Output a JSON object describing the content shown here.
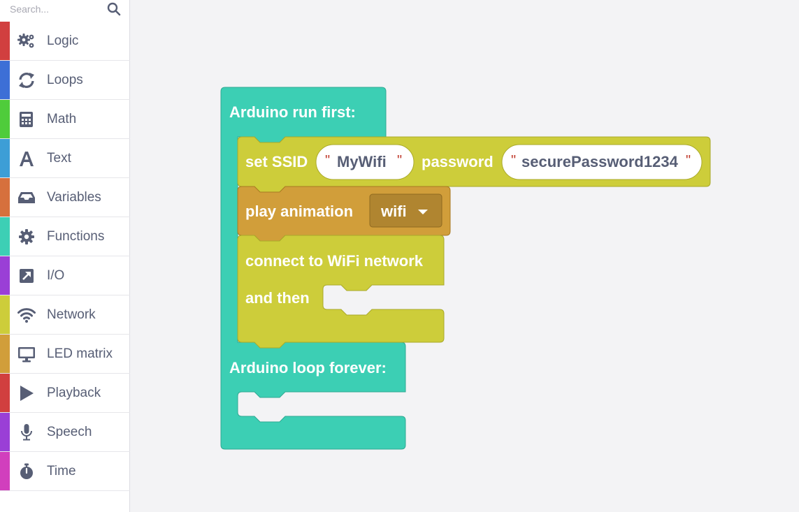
{
  "search": {
    "placeholder": "Search..."
  },
  "categories": [
    {
      "label": "Logic",
      "icon": "gears-icon",
      "color": "#d13f3f"
    },
    {
      "label": "Loops",
      "icon": "loop-arrows-icon",
      "color": "#3d6fd6"
    },
    {
      "label": "Math",
      "icon": "calculator-icon",
      "color": "#4fcc3b"
    },
    {
      "label": "Text",
      "icon": "letter-a-icon",
      "color": "#3d9ed6"
    },
    {
      "label": "Variables",
      "icon": "inbox-icon",
      "color": "#d6703d"
    },
    {
      "label": "Functions",
      "icon": "gear-icon",
      "color": "#3dcfb5"
    },
    {
      "label": "I/O",
      "icon": "external-arrow-icon",
      "color": "#9a3fd6"
    },
    {
      "label": "Network",
      "icon": "wifi-icon",
      "color": "#cdcd3a"
    },
    {
      "label": "LED matrix",
      "icon": "monitor-icon",
      "color": "#d19e3a"
    },
    {
      "label": "Playback",
      "icon": "play-icon",
      "color": "#d13f3f"
    },
    {
      "label": "Speech",
      "icon": "microphone-icon",
      "color": "#9a3fd6"
    },
    {
      "label": "Time",
      "icon": "stopwatch-icon",
      "color": "#d13fbd"
    }
  ],
  "blocks": {
    "run_first": {
      "label": "Arduino run first:",
      "color": "#3ccfb4"
    },
    "set_ssid": {
      "label": "set SSID",
      "ssid_value": "MyWifi",
      "password_label": "password",
      "password_value": "securePassword1234",
      "color": "#cdcd3a"
    },
    "play_animation": {
      "label": "play animation",
      "dropdown_value": "wifi",
      "color": "#d19e3a"
    },
    "connect_wifi": {
      "label": "connect to WiFi network",
      "then_label": "and then",
      "color": "#cdcd3a"
    },
    "loop_forever": {
      "label": "Arduino loop forever:",
      "color": "#3ccfb4"
    }
  },
  "quote_mark": "\""
}
